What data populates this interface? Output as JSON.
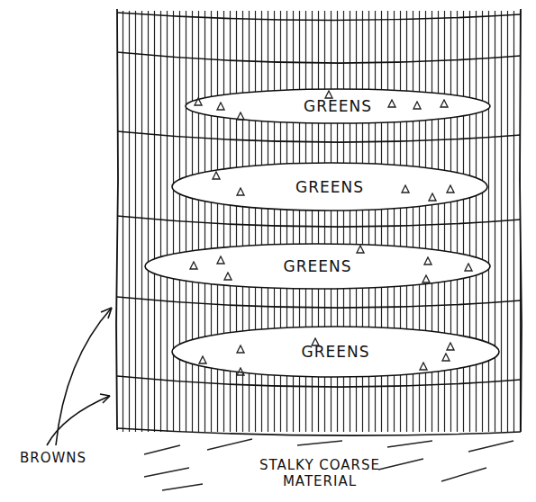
{
  "diagram": {
    "nodes": [
      {
        "text": [
          "GREENS"
        ]
      },
      {
        "text": [
          "GREENS"
        ]
      },
      {
        "text": [
          "GREENS"
        ]
      },
      {
        "text": [
          "GREENS"
        ]
      }
    ],
    "labels": [
      "BROWNS",
      "STALKY COARSE MATERIAL"
    ]
  }
}
